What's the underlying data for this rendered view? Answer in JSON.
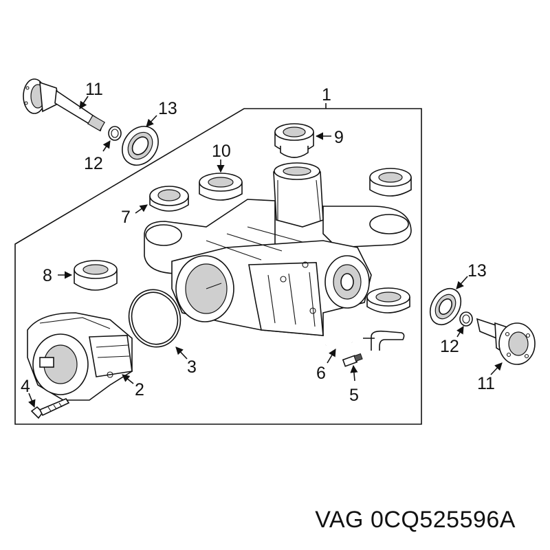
{
  "callouts": {
    "c1": "1",
    "c2": "2",
    "c3": "3",
    "c4": "4",
    "c5": "5",
    "c6": "6",
    "c7": "7",
    "c8": "8",
    "c9": "9",
    "c10": "10",
    "c11a": "11",
    "c11b": "11",
    "c12a": "12",
    "c12b": "12",
    "c13a": "13",
    "c13b": "13"
  },
  "part_code": "VAG 0CQ525596A"
}
